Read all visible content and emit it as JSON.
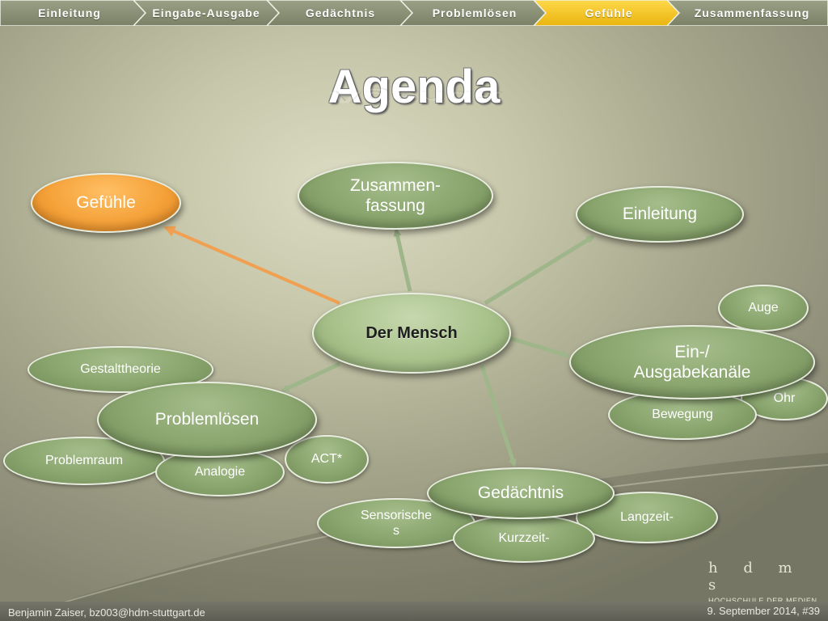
{
  "nav": {
    "steps": [
      "Einleitung",
      "Eingabe-Ausgabe",
      "Gedächtnis",
      "Problemlösen",
      "Gefühle",
      "Zusammenfassung"
    ],
    "active_index": 4
  },
  "title": "Agenda",
  "mindmap": {
    "center": "Der Mensch",
    "gefuehle": "Gefühle",
    "zusammenfassung": "Zusammen-\nfassung",
    "einleitung": "Einleitung",
    "ein_ausgabe": "Ein-/\nAusgabekanäle",
    "auge": "Auge",
    "ohr": "Ohr",
    "bewegung": "Bewegung",
    "gedaechtnis": "Gedächtnis",
    "sensorisches": "Sensorische\ns",
    "kurzzeit": "Kurzzeit-",
    "langzeit": "Langzeit-",
    "problemloesen": "Problemlösen",
    "gestalttheorie": "Gestalttheorie",
    "problemraum": "Problemraum",
    "analogie": "Analogie",
    "act": "ACT*"
  },
  "colors": {
    "active_step": "#f5c518",
    "highlight_node": "#f5a23a",
    "node_green": "#8aa56e",
    "arrow_green": "#9fb58a",
    "arrow_orange": "#f0a050"
  },
  "logo": {
    "mark": "h d m s",
    "text": "HOCHSCHULE DER MEDIEN"
  },
  "footer": {
    "left": "Benjamin Zaiser, bz003@hdm-stuttgart.de",
    "right": "9. September 2014, #39"
  }
}
